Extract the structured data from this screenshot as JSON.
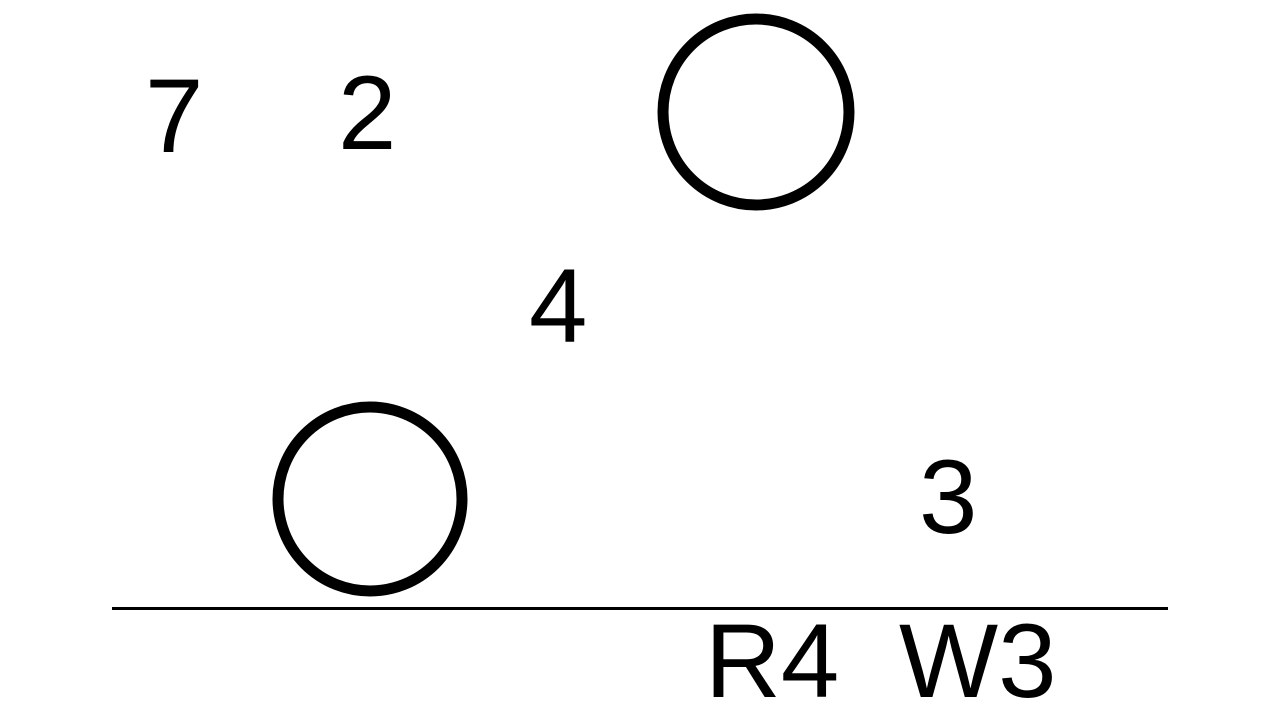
{
  "page": {
    "background_color": "#ffffff",
    "ink_color": "#000000"
  },
  "worksheet": {
    "digits": [
      {
        "value": "7",
        "position": "top-left"
      },
      {
        "value": "2",
        "position": "top-left-second"
      },
      {
        "value": "4",
        "position": "center"
      },
      {
        "value": "3",
        "position": "right-above-line"
      }
    ],
    "marks": [
      {
        "shape": "circle",
        "location": "top-center-right"
      },
      {
        "shape": "circle",
        "location": "bottom-left-on-line"
      }
    ],
    "score": {
      "right_label": "R4",
      "wrong_label": "W3"
    }
  }
}
